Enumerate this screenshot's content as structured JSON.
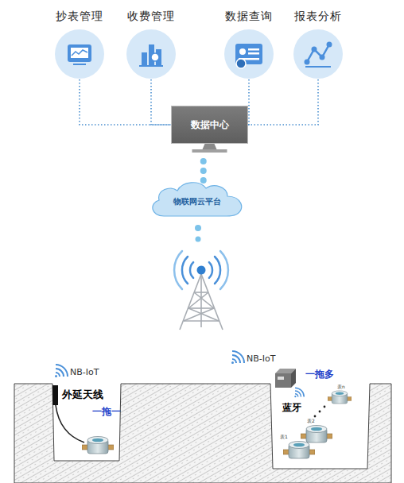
{
  "diagram": {
    "nodes": [
      {
        "text": [
          "抄表管理"
        ]
      },
      {
        "text": [
          "收费管理"
        ]
      },
      {
        "text": [
          "数据查询"
        ]
      },
      {
        "text": [
          "报表分析"
        ]
      },
      {
        "text": [
          "数据中心"
        ]
      },
      {
        "text": [
          "物联网云平台"
        ]
      }
    ],
    "edges": [
      {
        "from": 0,
        "to": 4,
        "arrow": "none"
      },
      {
        "from": 1,
        "to": 4,
        "arrow": "none"
      },
      {
        "from": 2,
        "to": 4,
        "arrow": "none"
      },
      {
        "from": 3,
        "to": 4,
        "arrow": "none"
      },
      {
        "from": 4,
        "to": 5,
        "arrow": "none"
      }
    ],
    "labels": [
      "NB-IoT",
      "外延天线",
      "一拖一",
      "NB-IoT",
      "一拖多",
      "蓝牙",
      "表n",
      "表2",
      "表1"
    ]
  }
}
